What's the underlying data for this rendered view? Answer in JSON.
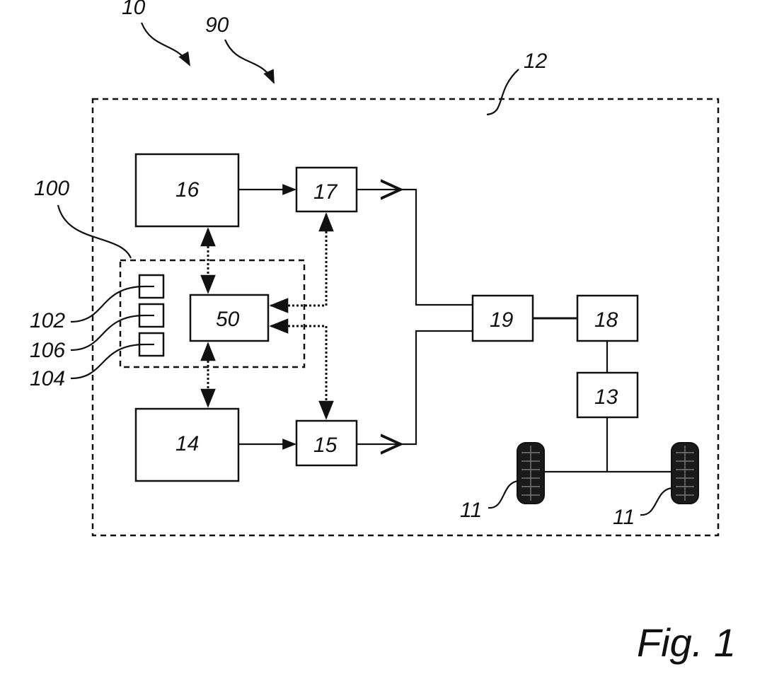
{
  "labels": {
    "ref_10": "10",
    "ref_90": "90",
    "ref_12": "12",
    "ref_100": "100",
    "ref_102": "102",
    "ref_106": "106",
    "ref_104": "104",
    "ref_11_left": "11",
    "ref_11_right": "11"
  },
  "blocks": {
    "b16": "16",
    "b17": "17",
    "b50": "50",
    "b14": "14",
    "b15": "15",
    "b19": "19",
    "b18": "18",
    "b13": "13"
  },
  "caption": "Fig. 1",
  "colors": {
    "stroke": "#111111",
    "background": "#ffffff"
  }
}
